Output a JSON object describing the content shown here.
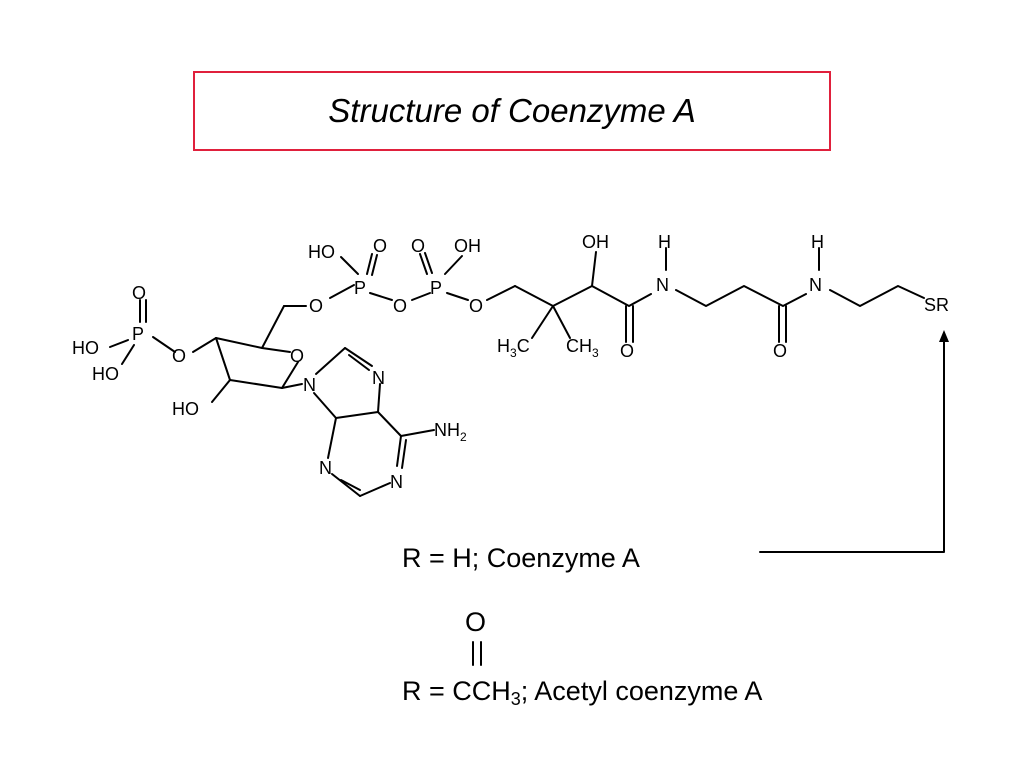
{
  "title": "Structure of Coenzyme A",
  "atoms": {
    "ho": "HO",
    "oh": "OH",
    "o": "O",
    "p": "P",
    "n": "N",
    "h": "H",
    "sr": "SR",
    "nh": "NH",
    "h3c": "H",
    "ch": "CH",
    "c": "C",
    "sub2": "2",
    "sub3": "3"
  },
  "captions": {
    "coa": "R = H;  Coenzyme A",
    "acetyl_o": "O",
    "acetyl_prefix": "R = CCH",
    "acetyl_sub": "3",
    "acetyl_suffix": ";  Acetyl coenzyme A"
  }
}
